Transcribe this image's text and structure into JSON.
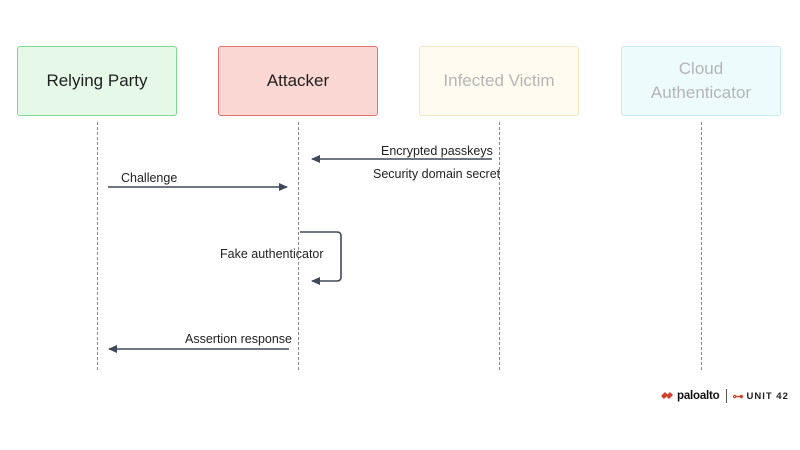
{
  "actors": [
    {
      "label": "Relying Party",
      "border": "#7fd98e",
      "fill": "#e6f9e8",
      "faded": false
    },
    {
      "label": "Attacker",
      "border": "#e5716a",
      "fill": "#fbd7d3",
      "faded": false
    },
    {
      "label": "Infected Victim",
      "border": "#f5e7c4",
      "fill": "#fffbf0",
      "faded": true
    },
    {
      "label": "Cloud Authenticator",
      "border": "#c3ecf5",
      "fill": "#eefbfd",
      "faded": true
    }
  ],
  "messages": {
    "encrypted_passkeys": "Encrypted passkeys",
    "security_domain_secret": "Security domain secret",
    "challenge": "Challenge",
    "fake_authenticator": "Fake authenticator",
    "assertion_response": "Assertion response"
  },
  "logo": {
    "paloalto": "paloalto",
    "unit42": "UNIT 42"
  },
  "colors": {
    "arrow": "#3e4a59",
    "lifeline": "#8a8a8a",
    "logo_accent": "#d4412a"
  }
}
